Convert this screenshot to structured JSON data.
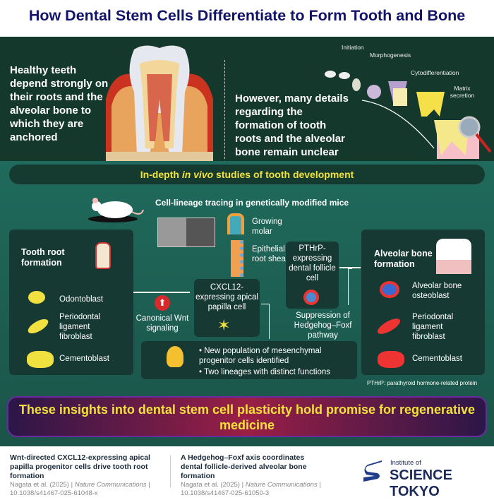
{
  "title": "How Dental Stem Cells Differentiate to Form Tooth and Bone",
  "intro": "Healthy teeth depend strongly on their roots and the alveolar bone to which they are anchored",
  "question": "However, many details regarding the formation of tooth roots and the alveolar bone remain unclear",
  "stages": [
    "Initiation",
    "Morphogenesis",
    "Cytodifferentiation",
    "Matrix secretion"
  ],
  "studies_pill": {
    "pre": "In-depth ",
    "italic": "in vivo",
    "post": " studies of tooth development"
  },
  "lineage_title": "Cell-lineage tracing in genetically modified mice",
  "growing_molar": "Growing molar",
  "epithelial_root_sheath": "Epithelial root sheath",
  "left_box": {
    "title": "Tooth root formation",
    "cells": [
      "Odontoblast",
      "Periodontal ligament fibroblast",
      "Cementoblast"
    ]
  },
  "wnt": "Canonical Wnt signaling",
  "cxcl12": "CXCL12-expressing apical papilla cell",
  "pthrp_cell": "PTHrP-expressing dental follicle cell",
  "suppression": "Suppression of Hedgehog–Foxf pathway",
  "right_box": {
    "title": "Alveolar bone formation",
    "cells": [
      "Alveolar bone osteoblast",
      "Periodontal ligament fibroblast",
      "Cementoblast"
    ]
  },
  "findings": [
    "New population of mesenchymal progenitor cells identified",
    "Two lineages with distinct functions"
  ],
  "pthrp_note": "PTHrP: parathyroid hormone-related protein",
  "banner": "These insights into dental stem cell plasticity hold promise for regenerative medicine",
  "refs": [
    {
      "title": "Wnt-directed CXCL12-expressing apical papilla progenitor cells drive tooth root formation",
      "authors": "Nagata et al. (2025)",
      "journal": "Nature Communications",
      "doi": "10.1038/s41467-025-61048-x"
    },
    {
      "title": "A Hedgehog–Foxf axis coordinates dental follicle-derived alveolar bone formation",
      "authors": "Nagata et al. (2025)",
      "journal": "Nature Communications",
      "doi": "10.1038/s41467-025-61050-3"
    }
  ],
  "logo": {
    "top": "Institute of",
    "name": "SCIENCE TOKYO"
  }
}
